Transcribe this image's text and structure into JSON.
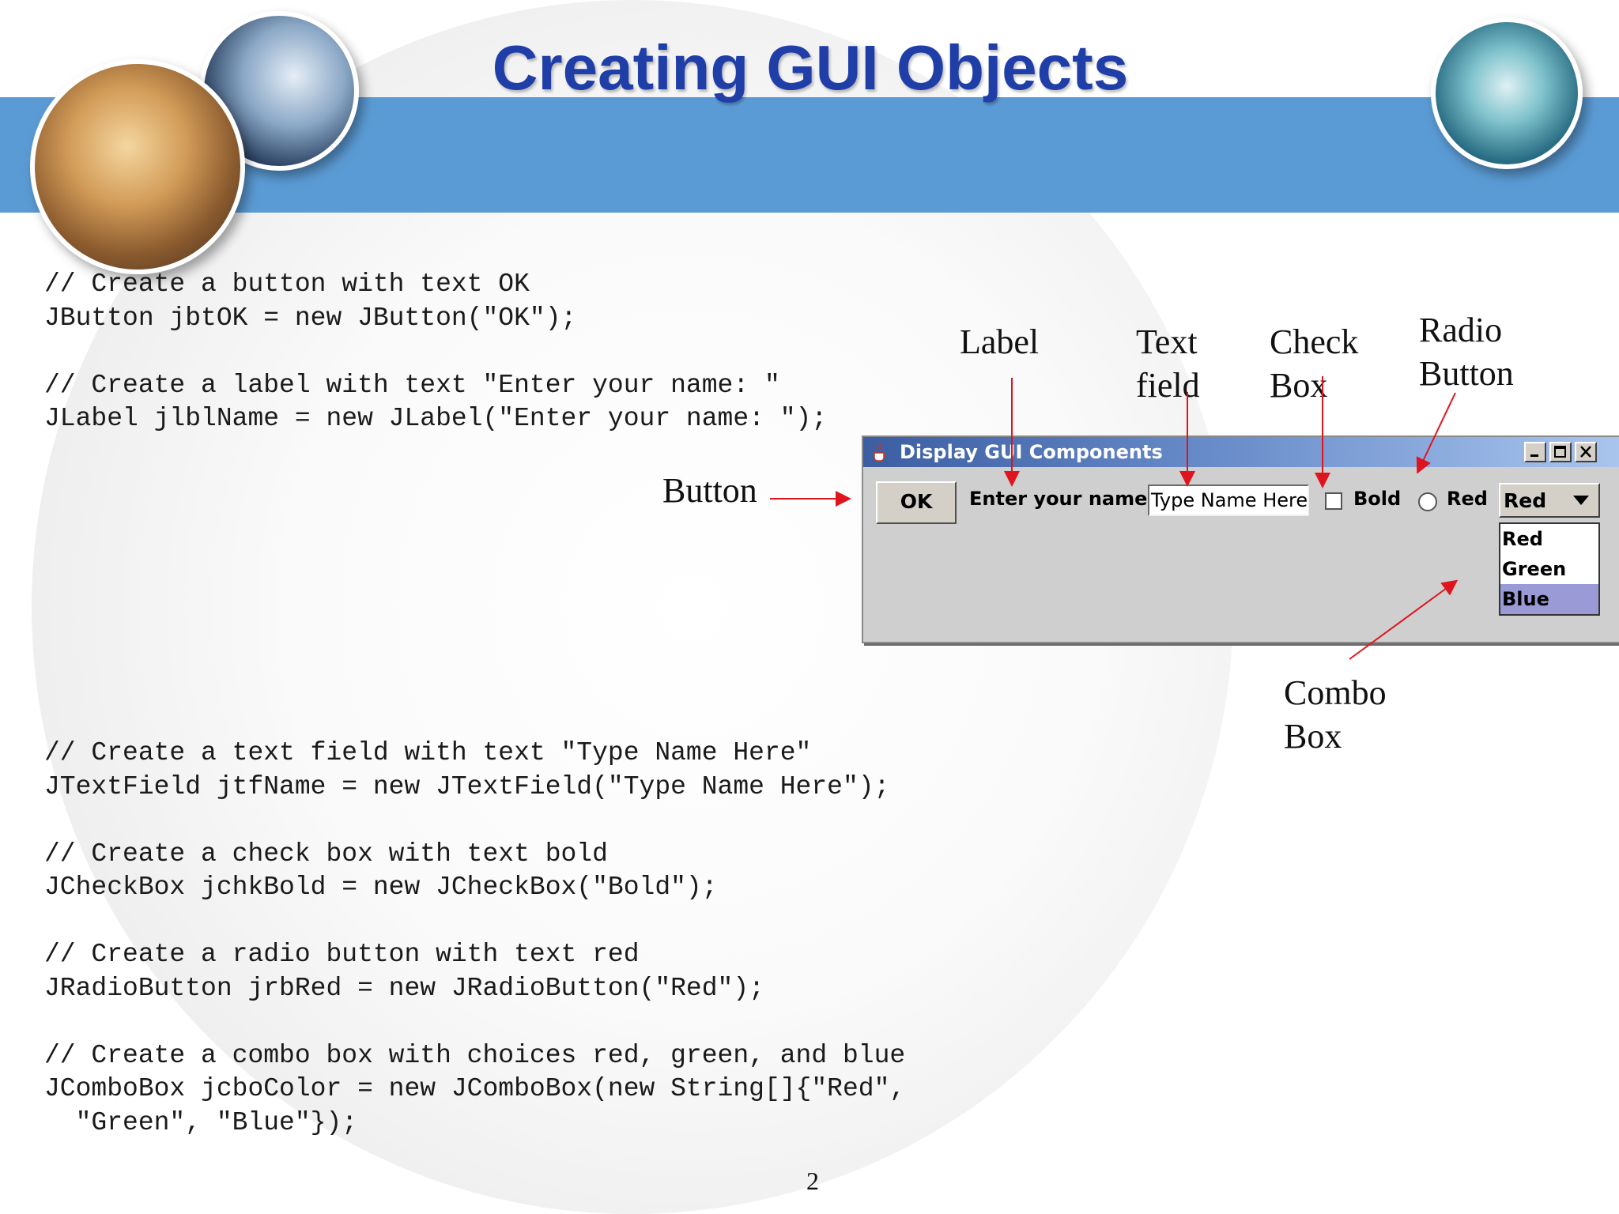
{
  "slide": {
    "title": "Creating GUI Objects",
    "page_number": "2"
  },
  "code": {
    "top": "// Create a button with text OK\nJButton jbtOK = new JButton(\"OK\");\n\n// Create a label with text \"Enter your name: \"\nJLabel jlblName = new JLabel(\"Enter your name: \");",
    "bottom": "// Create a text field with text \"Type Name Here\"\nJTextField jtfName = new JTextField(\"Type Name Here\");\n\n// Create a check box with text bold\nJCheckBox jchkBold = new JCheckBox(\"Bold\");\n\n// Create a radio button with text red\nJRadioButton jrbRed = new JRadioButton(\"Red\");\n\n// Create a combo box with choices red, green, and blue\nJComboBox jcboColor = new JComboBox(new String[]{\"Red\",\n  \"Green\", \"Blue\"});"
  },
  "annotations": {
    "label": "Label",
    "text_field": "Text\nfield",
    "check_box": "Check\nBox",
    "radio_button": "Radio\nButton",
    "button": "Button",
    "combo_box": "Combo\nBox"
  },
  "window": {
    "title": "Display GUI Components",
    "ok_button": "OK",
    "name_label": "Enter your name:",
    "text_field_value": "Type Name Here",
    "checkbox_label": "Bold",
    "checkbox_checked": false,
    "radio_label": "Red",
    "radio_selected": false,
    "combo_value": "Red",
    "combo_options": [
      "Red",
      "Green",
      "Blue"
    ],
    "combo_highlighted": "Blue"
  },
  "colors": {
    "band": "#5b9bd5",
    "title": "#1f3ea8",
    "arrow": "#e0141e",
    "selection": "#9a9ad6"
  }
}
